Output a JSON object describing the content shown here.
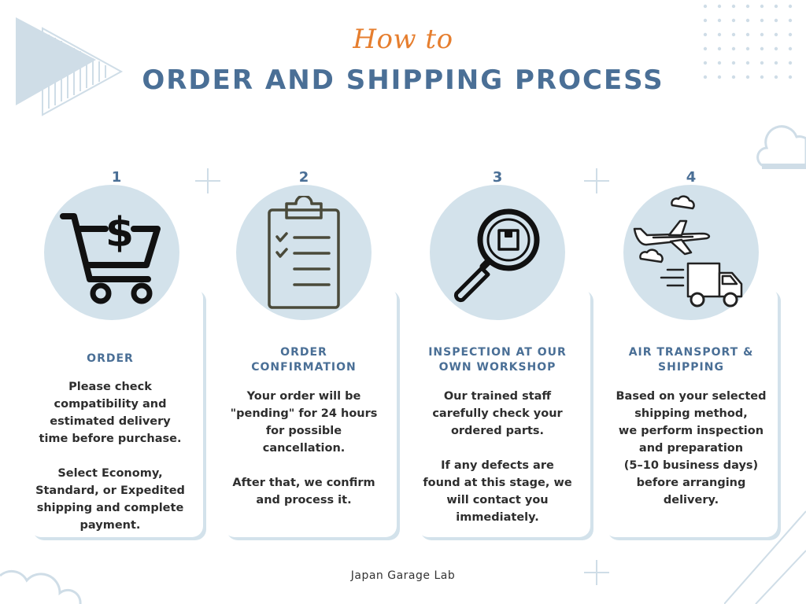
{
  "header": {
    "subtitle": "How to",
    "title": "ORDER AND SHIPPING PROCESS"
  },
  "colors": {
    "accent_orange": "#e67e2e",
    "heading_blue": "#4a6f96",
    "circle_fill": "#d3e2eb",
    "decor_blue": "#cfdde7",
    "text_dark": "#2e2e2e"
  },
  "steps": [
    {
      "number": "1",
      "icon": "shopping-cart-dollar-icon",
      "title": "ORDER",
      "text": "Please check\ncompatibility and\nestimated delivery\ntime before purchase.\n\nSelect Economy,\nStandard, or Expedited\nshipping and complete\npayment."
    },
    {
      "number": "2",
      "icon": "clipboard-checklist-icon",
      "title": "ORDER\nCONFIRMATION",
      "text": "Your order will be\n\"pending\" for 24 hours\nfor possible\ncancellation.\n\nAfter that, we confirm\nand process it."
    },
    {
      "number": "3",
      "icon": "magnifier-box-icon",
      "title": "INSPECTION AT OUR\nOWN WORKSHOP",
      "text": "Our trained staff\ncarefully check your\nordered parts.\n\nIf any defects are\nfound at this stage, we\nwill contact you\nimmediately."
    },
    {
      "number": "4",
      "icon": "airplane-truck-icon",
      "title": "AIR TRANSPORT &\nSHIPPING",
      "text": "Based on your selected\nshipping method,\nwe perform inspection\nand preparation\n(5–10 business days)\nbefore arranging\ndelivery."
    }
  ],
  "footer": {
    "brand": "Japan Garage Lab"
  }
}
